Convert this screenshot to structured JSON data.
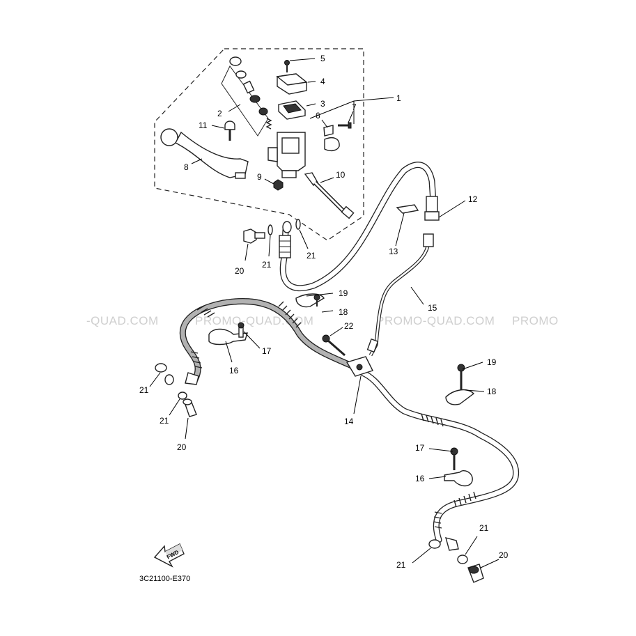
{
  "watermarks": [
    "-QUAD.COM",
    "PROMO-QUAD.COM",
    "PROMO-QUAD.COM",
    "PROMO"
  ],
  "callouts": {
    "c1": "1",
    "c2": "2",
    "c3": "3",
    "c4": "4",
    "c5": "5",
    "c6": "6",
    "c7": "7",
    "c8": "8",
    "c9": "9",
    "c10": "10",
    "c11": "11",
    "c12": "12",
    "c13": "13",
    "c14": "14",
    "c15": "15",
    "c16a": "16",
    "c16b": "16",
    "c17a": "17",
    "c17b": "17",
    "c18a": "18",
    "c18b": "18",
    "c19a": "19",
    "c19b": "19",
    "c20a": "20",
    "c20b": "20",
    "c20c": "20",
    "c21a": "21",
    "c21b": "21",
    "c21c": "21",
    "c21d": "21",
    "c21e": "21",
    "c21f": "21",
    "c22": "22"
  },
  "fwd_label": "FWD",
  "diagram_code": "3C21100-E370"
}
